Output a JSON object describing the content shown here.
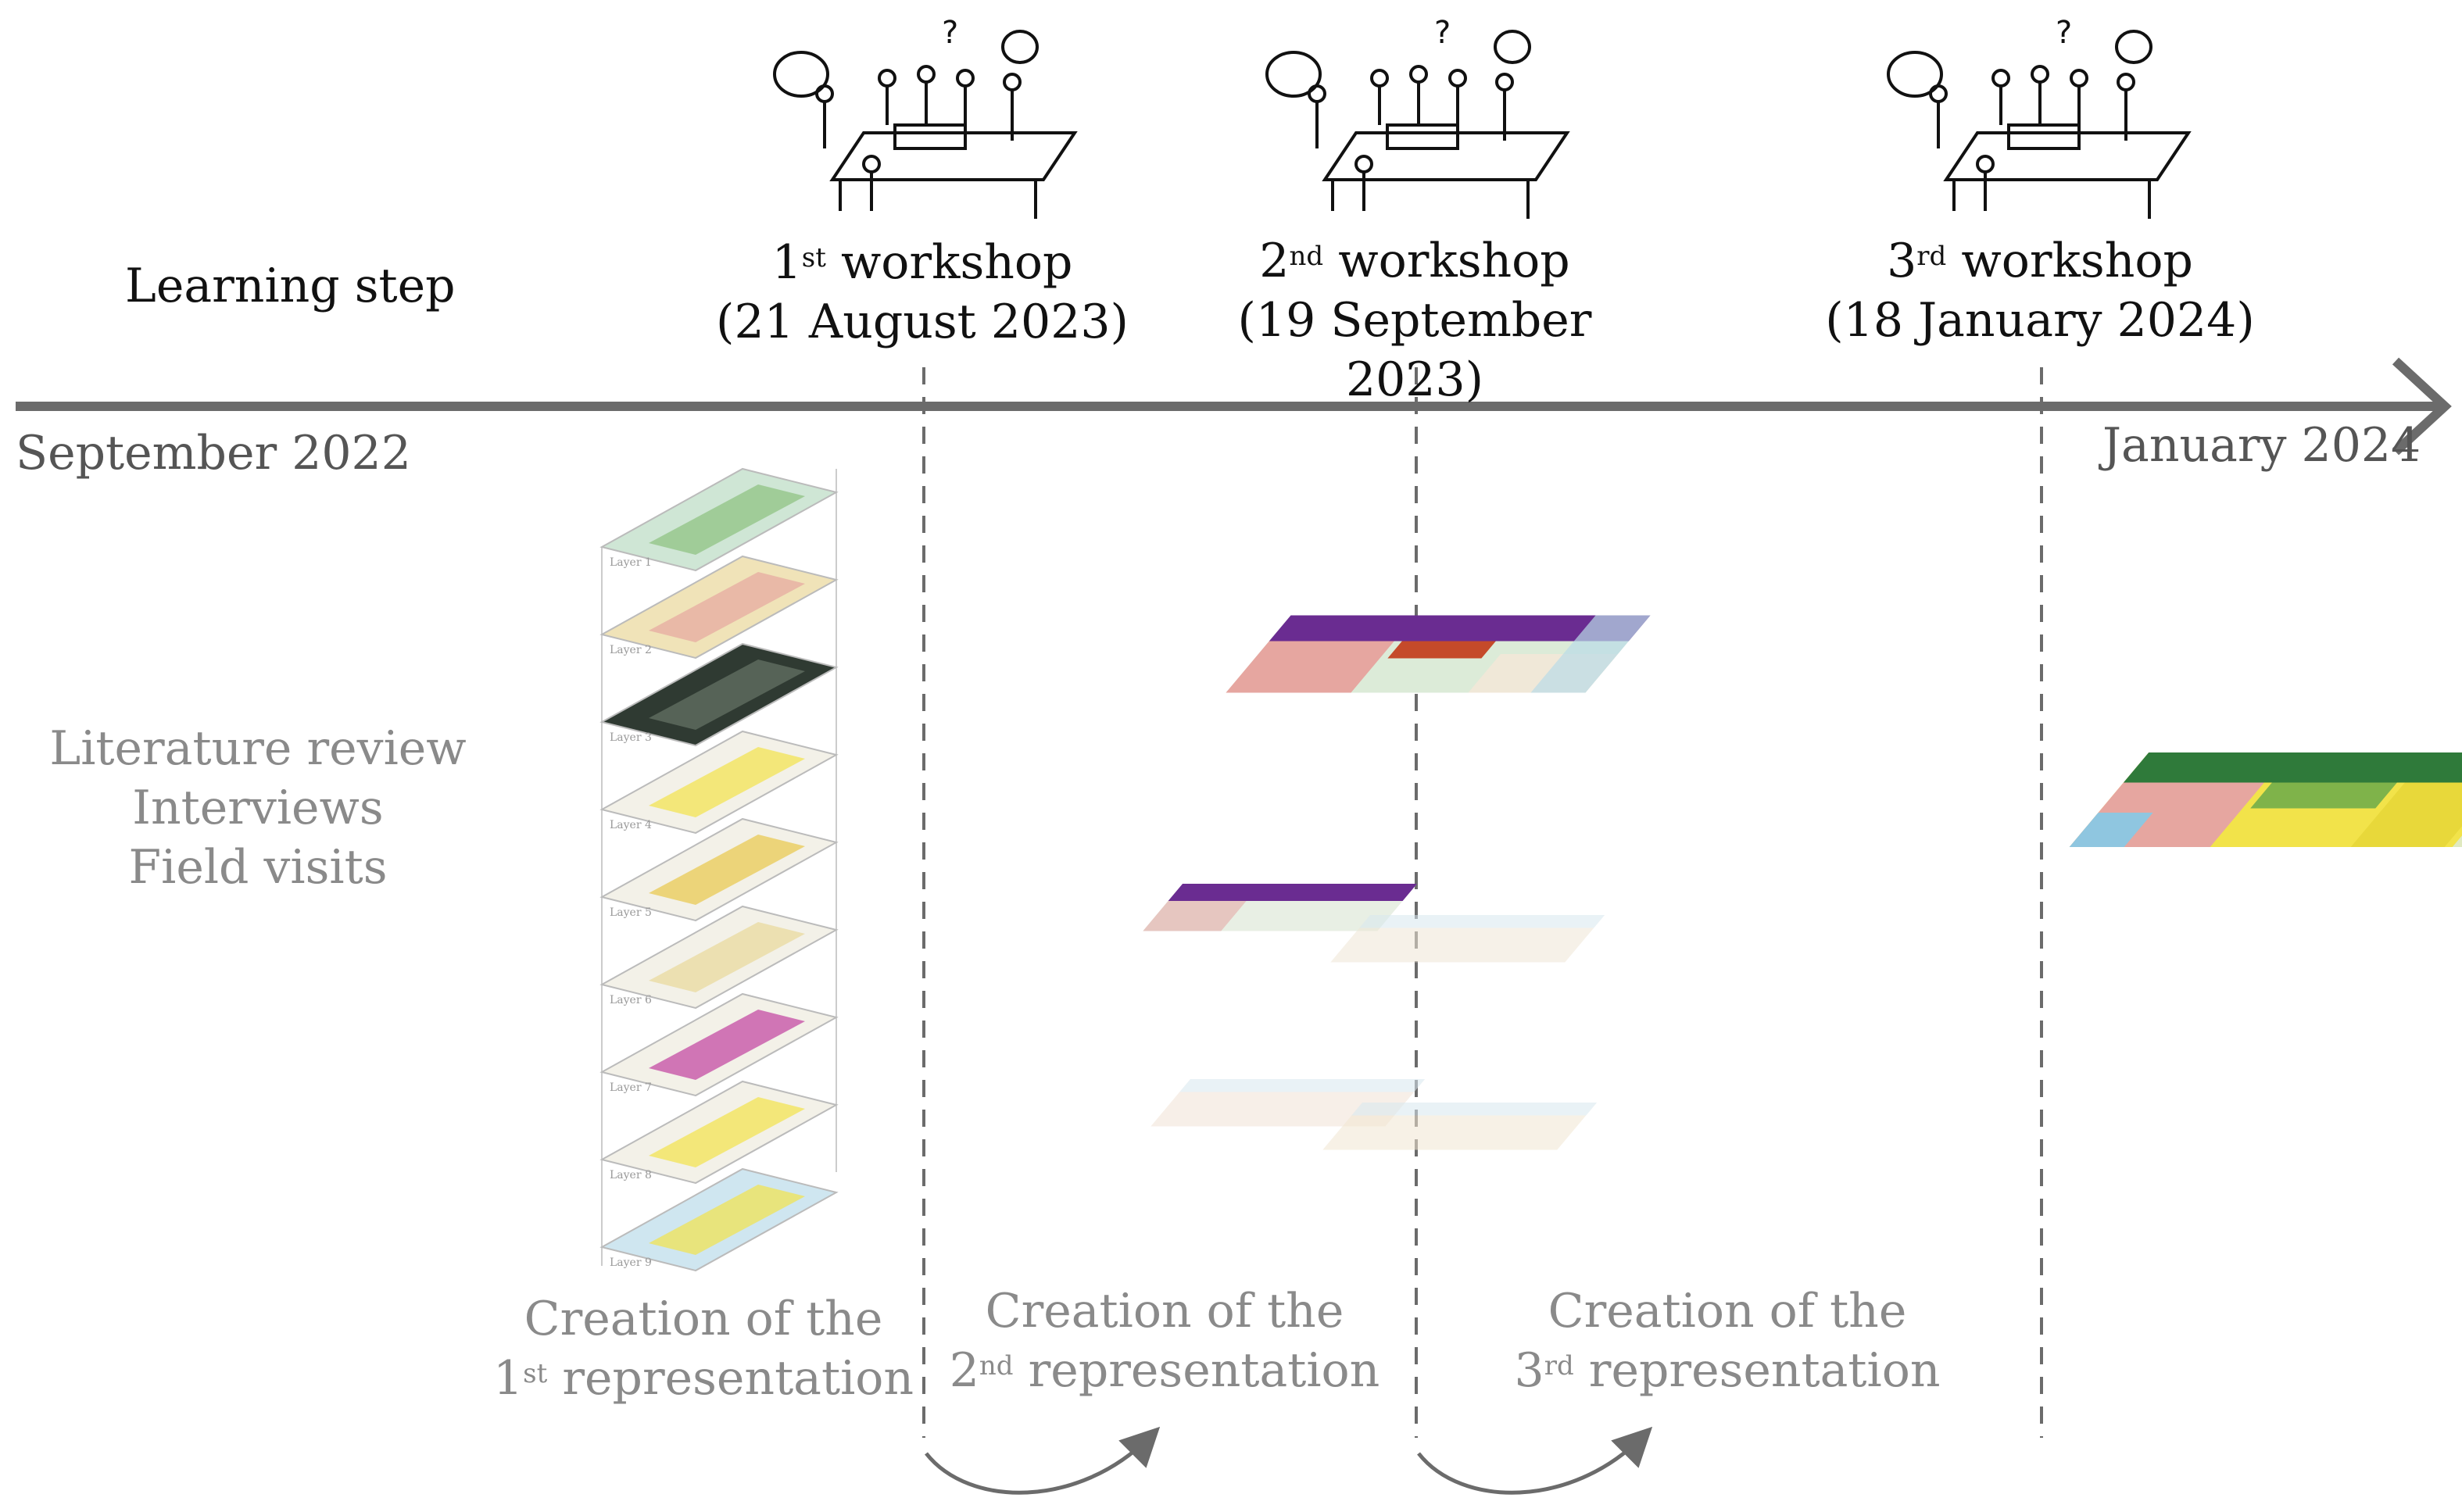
{
  "learning_step_label": "Learning step",
  "timeline": {
    "start_label": "September 2022",
    "end_label": "January 2024"
  },
  "workshops": [
    {
      "ord_num": "1",
      "ord_suffix": "st",
      "word": "workshop",
      "date": "(21 August 2023)"
    },
    {
      "ord_num": "2",
      "ord_suffix": "nd",
      "word": "workshop",
      "date": "(19 September 2023)"
    },
    {
      "ord_num": "3",
      "ord_suffix": "rd",
      "word": "workshop",
      "date": "(18 January 2024)"
    }
  ],
  "methods": [
    "Literature review",
    "Interviews",
    "Field visits"
  ],
  "representations": [
    {
      "line1": "Creation of the",
      "ord_num": "1",
      "ord_suffix": "st",
      "word": "representation"
    },
    {
      "line1": "Creation of the",
      "ord_num": "2",
      "ord_suffix": "nd",
      "word": "representation"
    },
    {
      "line1": "Creation of the",
      "ord_num": "3",
      "ord_suffix": "rd",
      "word": "representation"
    }
  ],
  "layers": [
    "Layer 1",
    "Layer 2",
    "Layer 3",
    "Layer 4",
    "Layer 5",
    "Layer 6",
    "Layer 7",
    "Layer 8",
    "Layer 9"
  ],
  "colors": {
    "timeline": "#6b6b6b",
    "dashed": "#6b6b6b",
    "purple": "#6a2c91",
    "yellow": "#f2e34a",
    "green": "#2f7a3a",
    "pink": "#e6a6a0",
    "water": "#8fc6e0"
  }
}
